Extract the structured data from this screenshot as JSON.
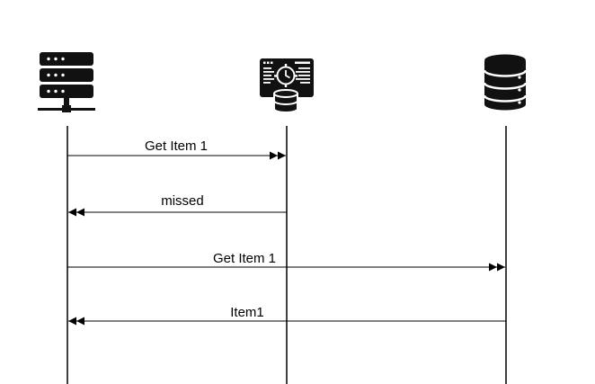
{
  "participants": [
    {
      "id": "app-server",
      "icon": "server-rack-icon"
    },
    {
      "id": "cache",
      "icon": "cache-server-icon"
    },
    {
      "id": "database",
      "icon": "database-icon"
    }
  ],
  "messages": [
    {
      "from": "app-server",
      "to": "cache",
      "label": "Get Item 1"
    },
    {
      "from": "cache",
      "to": "app-server",
      "label": "missed"
    },
    {
      "from": "app-server",
      "to": "database",
      "label": "Get Item 1"
    },
    {
      "from": "database",
      "to": "app-server",
      "label": "Item1"
    }
  ],
  "colors": {
    "line": "#000000",
    "icon": "#111111",
    "background": "#ffffff"
  }
}
